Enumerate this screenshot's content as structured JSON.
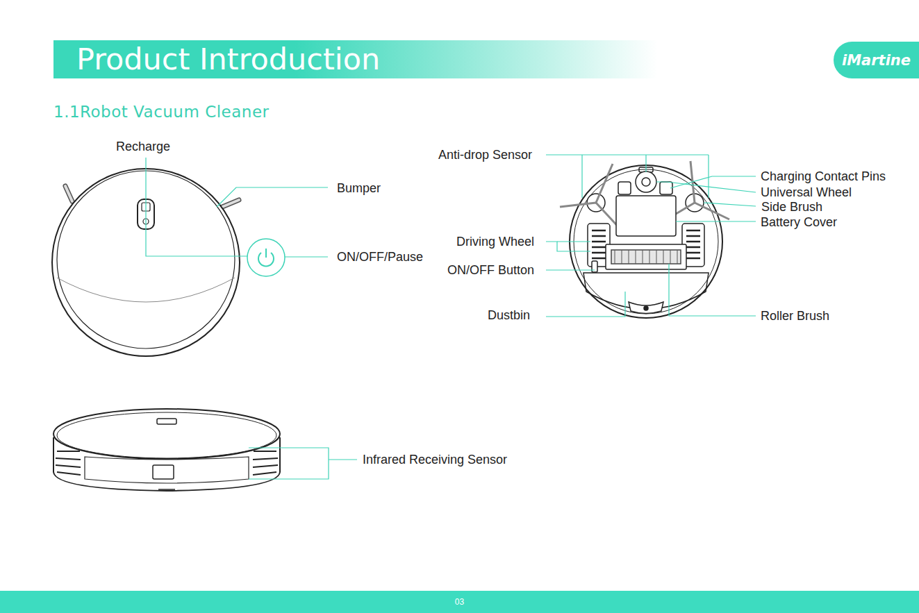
{
  "diagram": {
    "title": "Product Introduction",
    "nodes": [
      {
        "text": [
          "iMartine"
        ]
      },
      {
        "text": [
          "03"
        ]
      }
    ],
    "labels": [
      "1.1Robot Vacuum Cleaner",
      "Recharge",
      "Bumper",
      "ON/OFF/Pause",
      "Anti-drop Sensor",
      "Charging Contact Pins",
      "Universal Wheel",
      "Side Brush",
      "Battery Cover",
      "Driving Wheel",
      "ON/OFF Button",
      "Dustbin",
      "Roller Brush",
      "Infrared Receiving Sensor"
    ]
  }
}
